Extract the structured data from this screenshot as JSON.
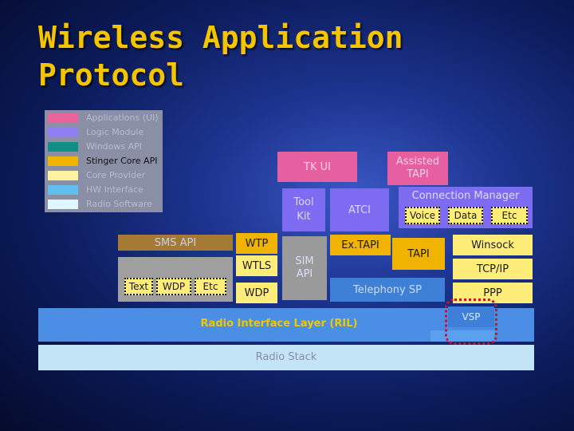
{
  "title": "Wireless Application\nProtocol",
  "legend": [
    {
      "label": "Applications (UI)",
      "color": "#e8649a",
      "highlight": false
    },
    {
      "label": "Logic Module",
      "color": "#8f7ff2",
      "highlight": false
    },
    {
      "label": "Windows API",
      "color": "#0f8f85",
      "highlight": false
    },
    {
      "label": "Stinger Core API",
      "color": "#f0b400",
      "highlight": true
    },
    {
      "label": "Core Provider",
      "color": "#fff2a0",
      "highlight": false
    },
    {
      "label": "HW Interface",
      "color": "#5fc0f0",
      "highlight": false
    },
    {
      "label": "Radio Software",
      "color": "#dff7ff",
      "highlight": false
    }
  ],
  "blocks": {
    "tk_ui": "TK UI",
    "assisted_tapi": "Assisted\nTAPI",
    "tool_kit": "Tool\nKit",
    "atci": "ATCI",
    "connection_manager": "Connection Manager",
    "voice": "Voice",
    "data": "Data",
    "etc_cm": "Etc",
    "sms_api": "SMS API",
    "wtp": "WTP",
    "extapi": "Ex.TAPI",
    "winsock": "Winsock",
    "tapi": "TAPI",
    "wtls": "WTLS",
    "sim_api": "SIM\nAPI",
    "tcpip": "TCP/IP",
    "text": "Text",
    "wdp_small": "WDP",
    "etc_small": "Etc",
    "wdp": "WDP",
    "telephony_sp": "Telephony SP",
    "ppp": "PPP",
    "vsp": "VSP",
    "ril": "Radio Interface Layer (RIL)",
    "radio_stack": "Radio Stack"
  }
}
